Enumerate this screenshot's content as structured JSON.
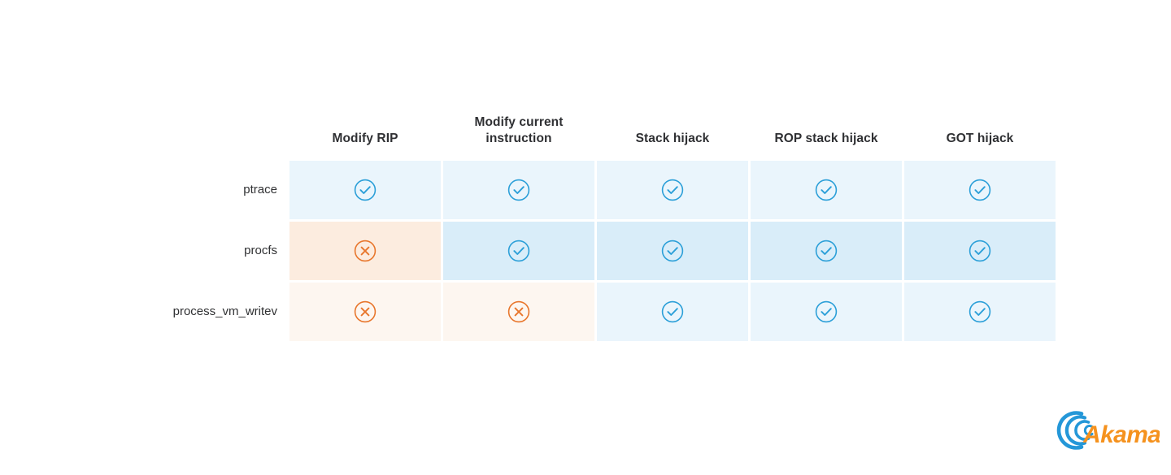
{
  "figure": {
    "name": "technique-capability-matrix",
    "accent_blue": "#2b9fd8",
    "accent_orange": "#e8762c",
    "cell_blue_light": "#eaf5fc",
    "cell_blue_mid": "#d9edf9",
    "cell_orange_mid": "#fcecdf",
    "cell_orange_light": "#fdf6f0",
    "header_text_color": "#2f3033",
    "row_label_color": "#303133"
  },
  "columns": [
    {
      "label": "Modify RIP"
    },
    {
      "label": "Modify current instruction"
    },
    {
      "label": "Stack hijack"
    },
    {
      "label": "ROP stack hijack"
    },
    {
      "label": "GOT hijack"
    }
  ],
  "rows": [
    {
      "label": "ptrace",
      "cells": [
        {
          "status": "yes",
          "icon": "check-circle-icon",
          "tint": "tint-blue-light"
        },
        {
          "status": "yes",
          "icon": "check-circle-icon",
          "tint": "tint-blue-light"
        },
        {
          "status": "yes",
          "icon": "check-circle-icon",
          "tint": "tint-blue-light"
        },
        {
          "status": "yes",
          "icon": "check-circle-icon",
          "tint": "tint-blue-light"
        },
        {
          "status": "yes",
          "icon": "check-circle-icon",
          "tint": "tint-blue-light"
        }
      ]
    },
    {
      "label": "procfs",
      "cells": [
        {
          "status": "no",
          "icon": "x-circle-icon",
          "tint": "tint-orange-mid"
        },
        {
          "status": "yes",
          "icon": "check-circle-icon",
          "tint": "tint-blue-mid"
        },
        {
          "status": "yes",
          "icon": "check-circle-icon",
          "tint": "tint-blue-mid"
        },
        {
          "status": "yes",
          "icon": "check-circle-icon",
          "tint": "tint-blue-mid"
        },
        {
          "status": "yes",
          "icon": "check-circle-icon",
          "tint": "tint-blue-mid"
        }
      ]
    },
    {
      "label": "process_vm_writev",
      "cells": [
        {
          "status": "no",
          "icon": "x-circle-icon",
          "tint": "tint-orange-light"
        },
        {
          "status": "no",
          "icon": "x-circle-icon",
          "tint": "tint-orange-light"
        },
        {
          "status": "yes",
          "icon": "check-circle-icon",
          "tint": "tint-blue-light"
        },
        {
          "status": "yes",
          "icon": "check-circle-icon",
          "tint": "tint-blue-light"
        },
        {
          "status": "yes",
          "icon": "check-circle-icon",
          "tint": "tint-blue-light"
        }
      ]
    }
  ],
  "logo": {
    "wordmark": "Akamai",
    "mark": "akamai-swoosh-icon",
    "wordmark_color": "#f5921e",
    "mark_color": "#2497d8"
  }
}
